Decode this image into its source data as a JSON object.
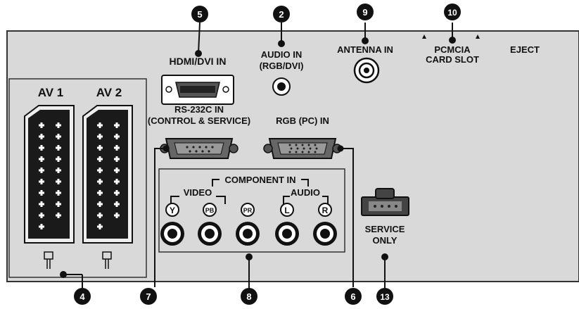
{
  "labels": {
    "hdmi": "HDMI/DVI IN",
    "audio_in_1": "AUDIO IN",
    "audio_in_2": "(RGB/DVI)",
    "antenna": "ANTENNA IN",
    "pcmcia_1": "PCMCIA",
    "pcmcia_2": "CARD SLOT",
    "eject": "EJECT",
    "av1": "AV 1",
    "av2": "AV 2",
    "rs232_1": "RS-232C IN",
    "rs232_2": "(CONTROL & SERVICE)",
    "rgb_pc": "RGB (PC) IN",
    "component": "COMPONENT IN",
    "video": "VIDEO",
    "audio": "AUDIO",
    "y": "Y",
    "pb": "PB",
    "pr": "PR",
    "l": "L",
    "r": "R",
    "service_1": "SERVICE",
    "service_2": "ONLY"
  },
  "callouts": [
    "5",
    "2",
    "9",
    "10",
    "4",
    "7",
    "8",
    "6",
    "13"
  ]
}
